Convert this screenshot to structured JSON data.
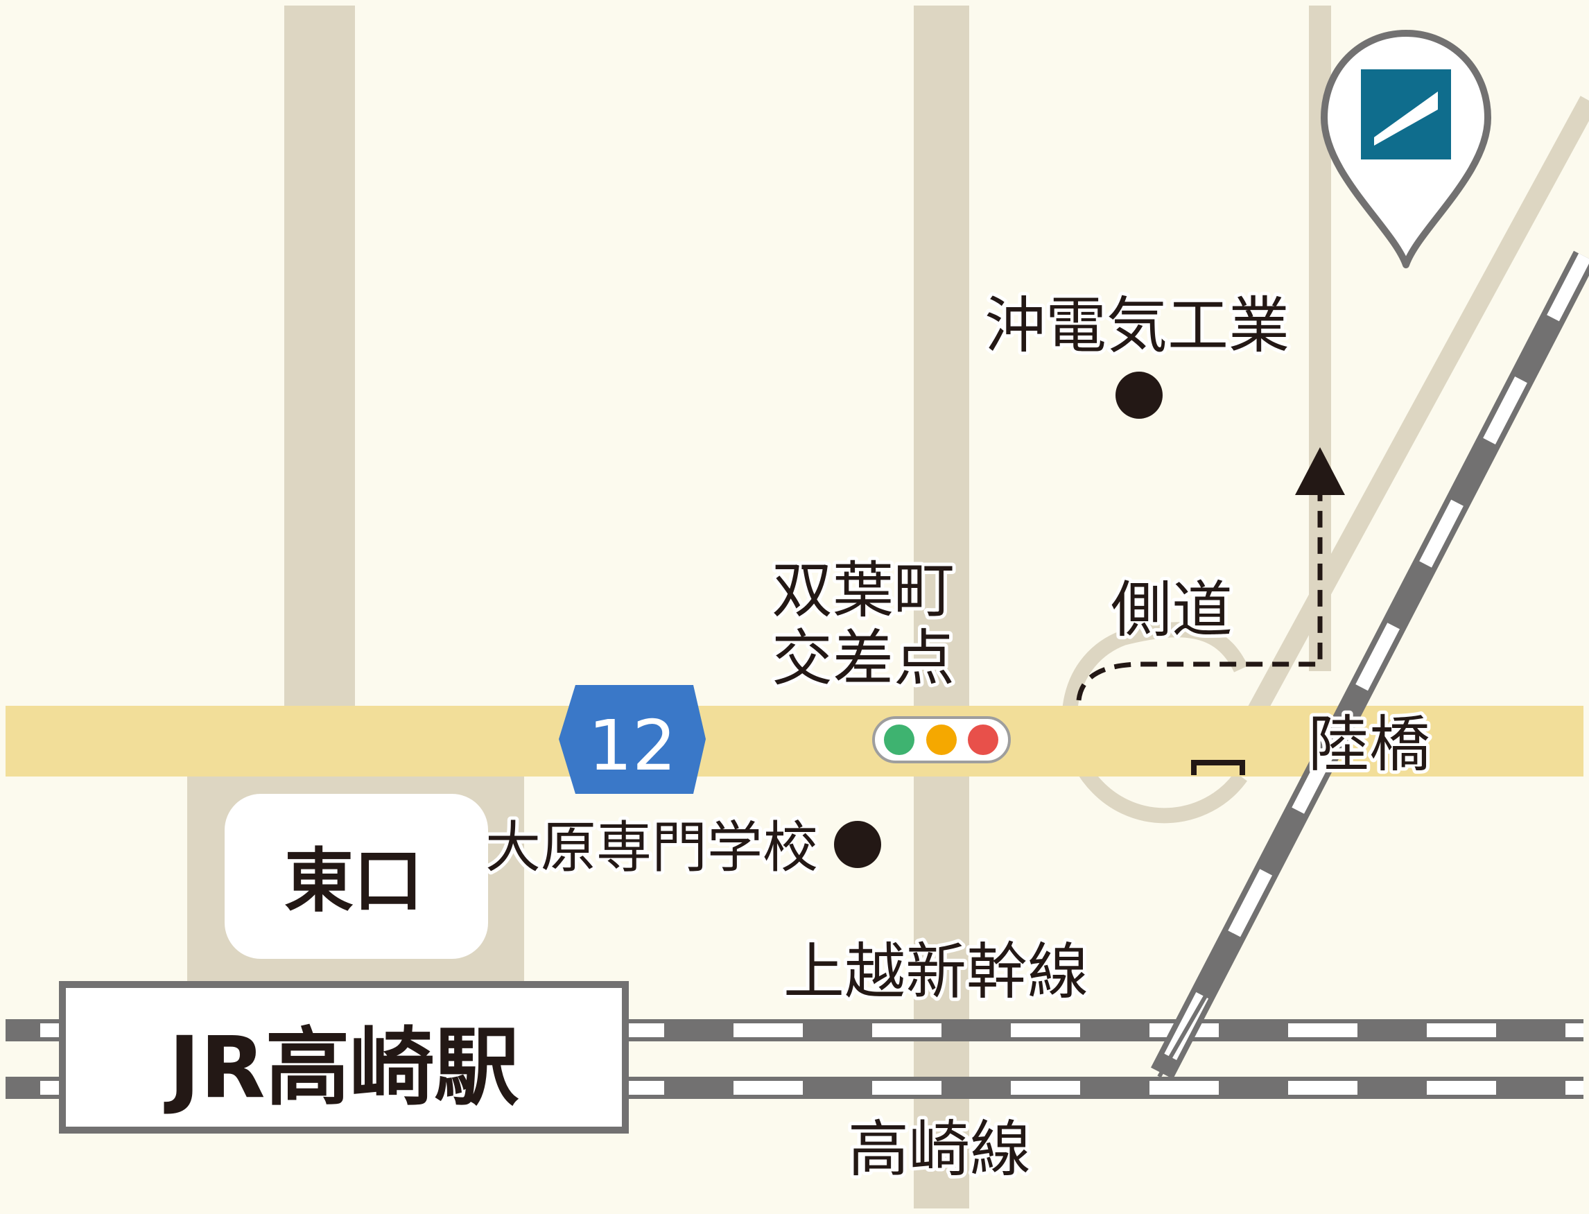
{
  "map": {
    "route_number": "12",
    "labels": {
      "oki": "沖電気工業",
      "futaba_line1": "双葉町",
      "futaba_line2": "交差点",
      "sokudo": "側道",
      "rikkyo": "陸橋",
      "higashiguchi": "東口",
      "ohara": "大原専門学校",
      "joetsu": "上越新幹線",
      "takasaki_sen": "高崎線",
      "station": "JR高崎駅"
    },
    "colors": {
      "background": "#fcfaee",
      "minor_road": "#ddd6c2",
      "main_road": "#f2de99",
      "route_shield": "#3a78c8",
      "rail": "#727171",
      "pin_frame": "#727171",
      "pin_inner": "#0f6d8d",
      "signal_green": "#3eb370",
      "signal_yellow": "#f5a800",
      "signal_red": "#e8504a"
    },
    "icons": [
      "location-pin-icon",
      "traffic-signal-icon",
      "route-shield-icon",
      "landmark-dot-icon",
      "route-arrow-icon"
    ]
  }
}
